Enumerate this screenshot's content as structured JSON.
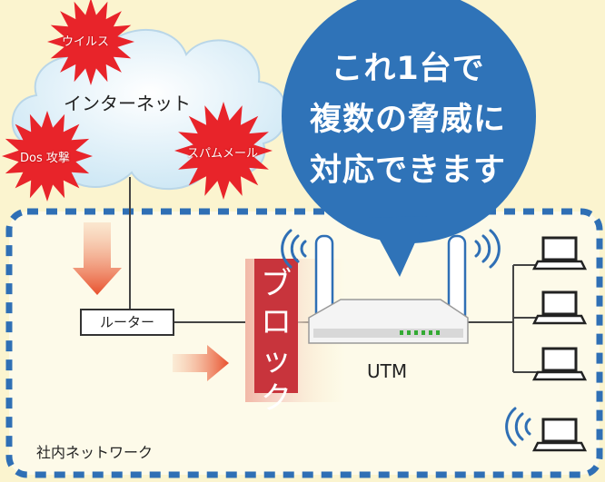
{
  "internet_label": "インターネット",
  "threats": [
    "ウイルス",
    "Dos 攻撃",
    "スパムメール"
  ],
  "bubble": {
    "lines": [
      "これ1台で",
      "複数の脅威に",
      "対応できます"
    ],
    "color": "#2f73b8"
  },
  "router_label": "ルーター",
  "block_label": [
    "ブ",
    "ロ",
    "ッ",
    "ク"
  ],
  "utm_label": "UTM",
  "network_label": "社内ネットワーク",
  "colors": {
    "background": "#fbf4cf",
    "threat_burst": "#e8242a",
    "block_band": "#c8343c",
    "network_border": "#2f6fb5",
    "arrow": "#e8502d"
  },
  "icons": {
    "cloud": "cloud-icon",
    "router": "router-box",
    "utm": "utm-appliance-icon",
    "laptop": "laptop-icon",
    "wifi": "wifi-icon"
  }
}
